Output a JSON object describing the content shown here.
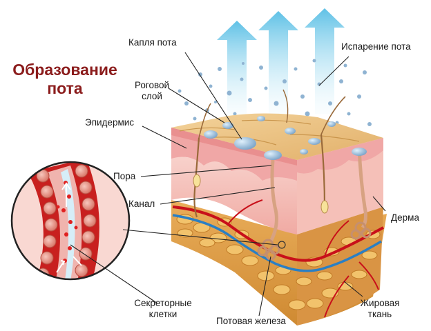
{
  "title": {
    "line1": "Образование",
    "line2": "пота"
  },
  "labels": {
    "sweat_drop": "Капля пота",
    "evaporation": "Испарение пота",
    "stratum_line1": "Роговой",
    "stratum_line2": "слой",
    "epidermis": "Эпидермис",
    "pore": "Пора",
    "duct": "Канал",
    "dermis": "Дерма",
    "secretory_line1": "Секреторные",
    "secretory_line2": "клетки",
    "sweat_gland": "Потовая железа",
    "fat_line1": "Жировая",
    "fat_line2": "ткань"
  },
  "colors": {
    "title": "#8b1c1c",
    "epidermis": "#f2b6b2",
    "dermis": "#f4c3bd",
    "fat": "#e5a347",
    "surface": "#ecc58a",
    "artery": "#c8101a",
    "vein": "#2a7fc4",
    "arrow": "#7ecfe8"
  }
}
